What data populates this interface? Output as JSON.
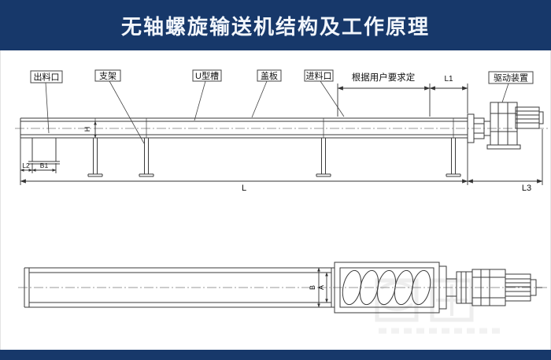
{
  "header": {
    "title": "无轴螺旋输送机结构及工作原理"
  },
  "colors": {
    "bar_bg": "#17386a",
    "line": "#3a3a3a"
  },
  "side_view": {
    "labels": {
      "outlet": "出料口",
      "support": "支架",
      "u_trough": "U型槽",
      "cover_plate": "盖板",
      "inlet": "进料口",
      "per_user_requirement": "根据用户要求定",
      "drive_unit": "驱动装置"
    },
    "dimensions": {
      "l1": "L1",
      "l2": "L2",
      "b1": "B1",
      "h": "H",
      "l": "L",
      "l3": "L3"
    }
  },
  "plan_view": {
    "dimensions": {
      "a": "A",
      "b": "B"
    }
  }
}
